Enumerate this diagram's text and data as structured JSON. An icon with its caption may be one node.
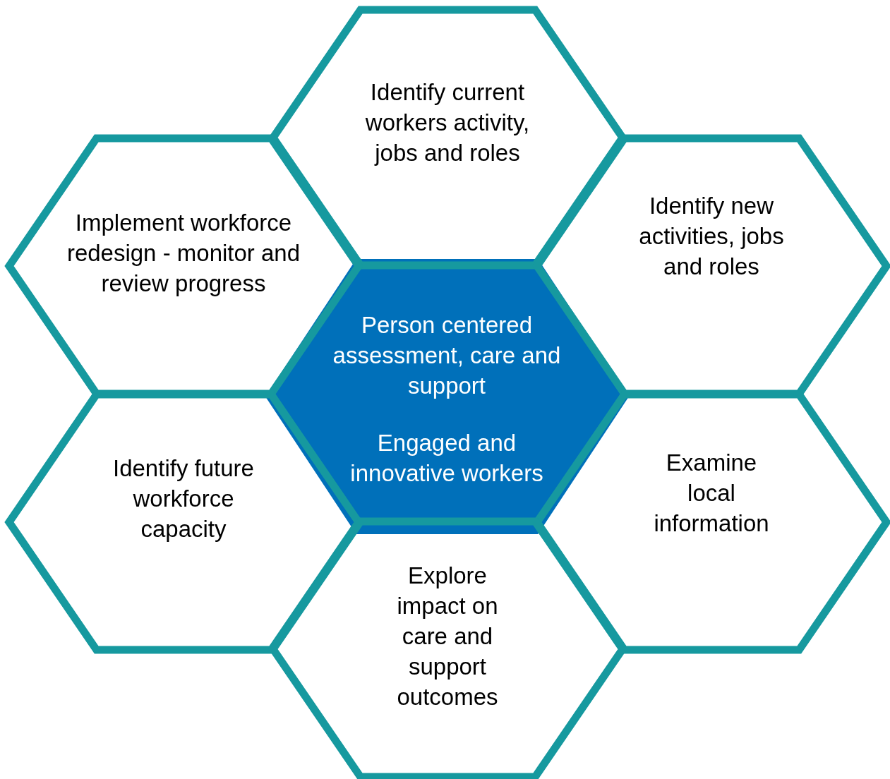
{
  "diagram": {
    "nodes": [
      {
        "text": [
          "Identify current workers activity, jobs and roles"
        ]
      },
      {
        "text": [
          "Implement workforce redesign - monitor and review progress"
        ]
      },
      {
        "text": [
          "Identify new activities, jobs and roles"
        ]
      },
      {
        "text": [
          "Person centered assessment, care and support",
          "Engaged and innovative workers"
        ]
      },
      {
        "text": [
          "Identify future workforce capacity"
        ]
      },
      {
        "text": [
          "Examine local information"
        ]
      },
      {
        "text": [
          "Explore impact on care and support outcomes"
        ]
      }
    ]
  }
}
